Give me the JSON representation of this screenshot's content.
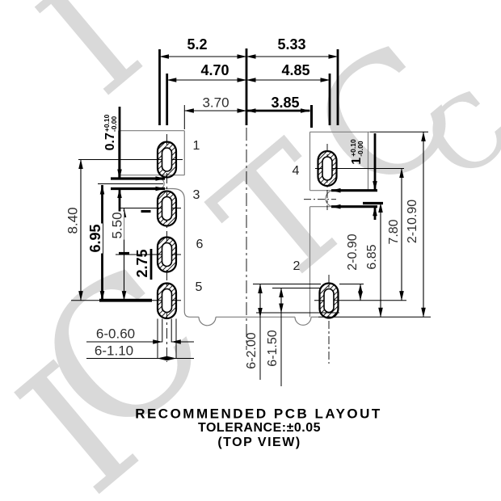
{
  "drawing_title": "Recommended PCB layout (top view)",
  "dims": {
    "top": {
      "overall_left": "5.2",
      "overall_right": "5.33",
      "inner_left": "4.70",
      "inner_right": "4.85",
      "pad_left": "3.70",
      "pad_right": "3.85"
    },
    "left": {
      "d840": "8.40",
      "d695": "6.95",
      "d550": "5.50",
      "d275": "2.75"
    },
    "right": {
      "d090": "2-0.90",
      "d685": "6.85",
      "d780": "7.80",
      "d1090": "2-10.90"
    },
    "bottom": {
      "hole_width": "6-0.60",
      "pad_width": "6-1.10",
      "pad_length": "6-2.00",
      "hole_length": "6-1.50"
    },
    "tol_left": {
      "nom": "0.7",
      "plus": "+0.10",
      "minus": "-0.00"
    },
    "tol_right": {
      "nom": "1",
      "plus": "+0.10",
      "minus": "-0.00"
    }
  },
  "pads": {
    "p1": "1",
    "p2": "2",
    "p3": "3",
    "p4": "4",
    "p5": "5",
    "p6": "6"
  },
  "caption": {
    "line1": "RECOMMENDED PCB LAYOUT",
    "line2": "TOLERANCE:±0.05",
    "line3": "(TOP VIEW)"
  },
  "watermark": {
    "l1": "I",
    "l2": "C",
    "l3": "T",
    "l4": "C",
    "l5": "I",
    "l6": "C"
  }
}
